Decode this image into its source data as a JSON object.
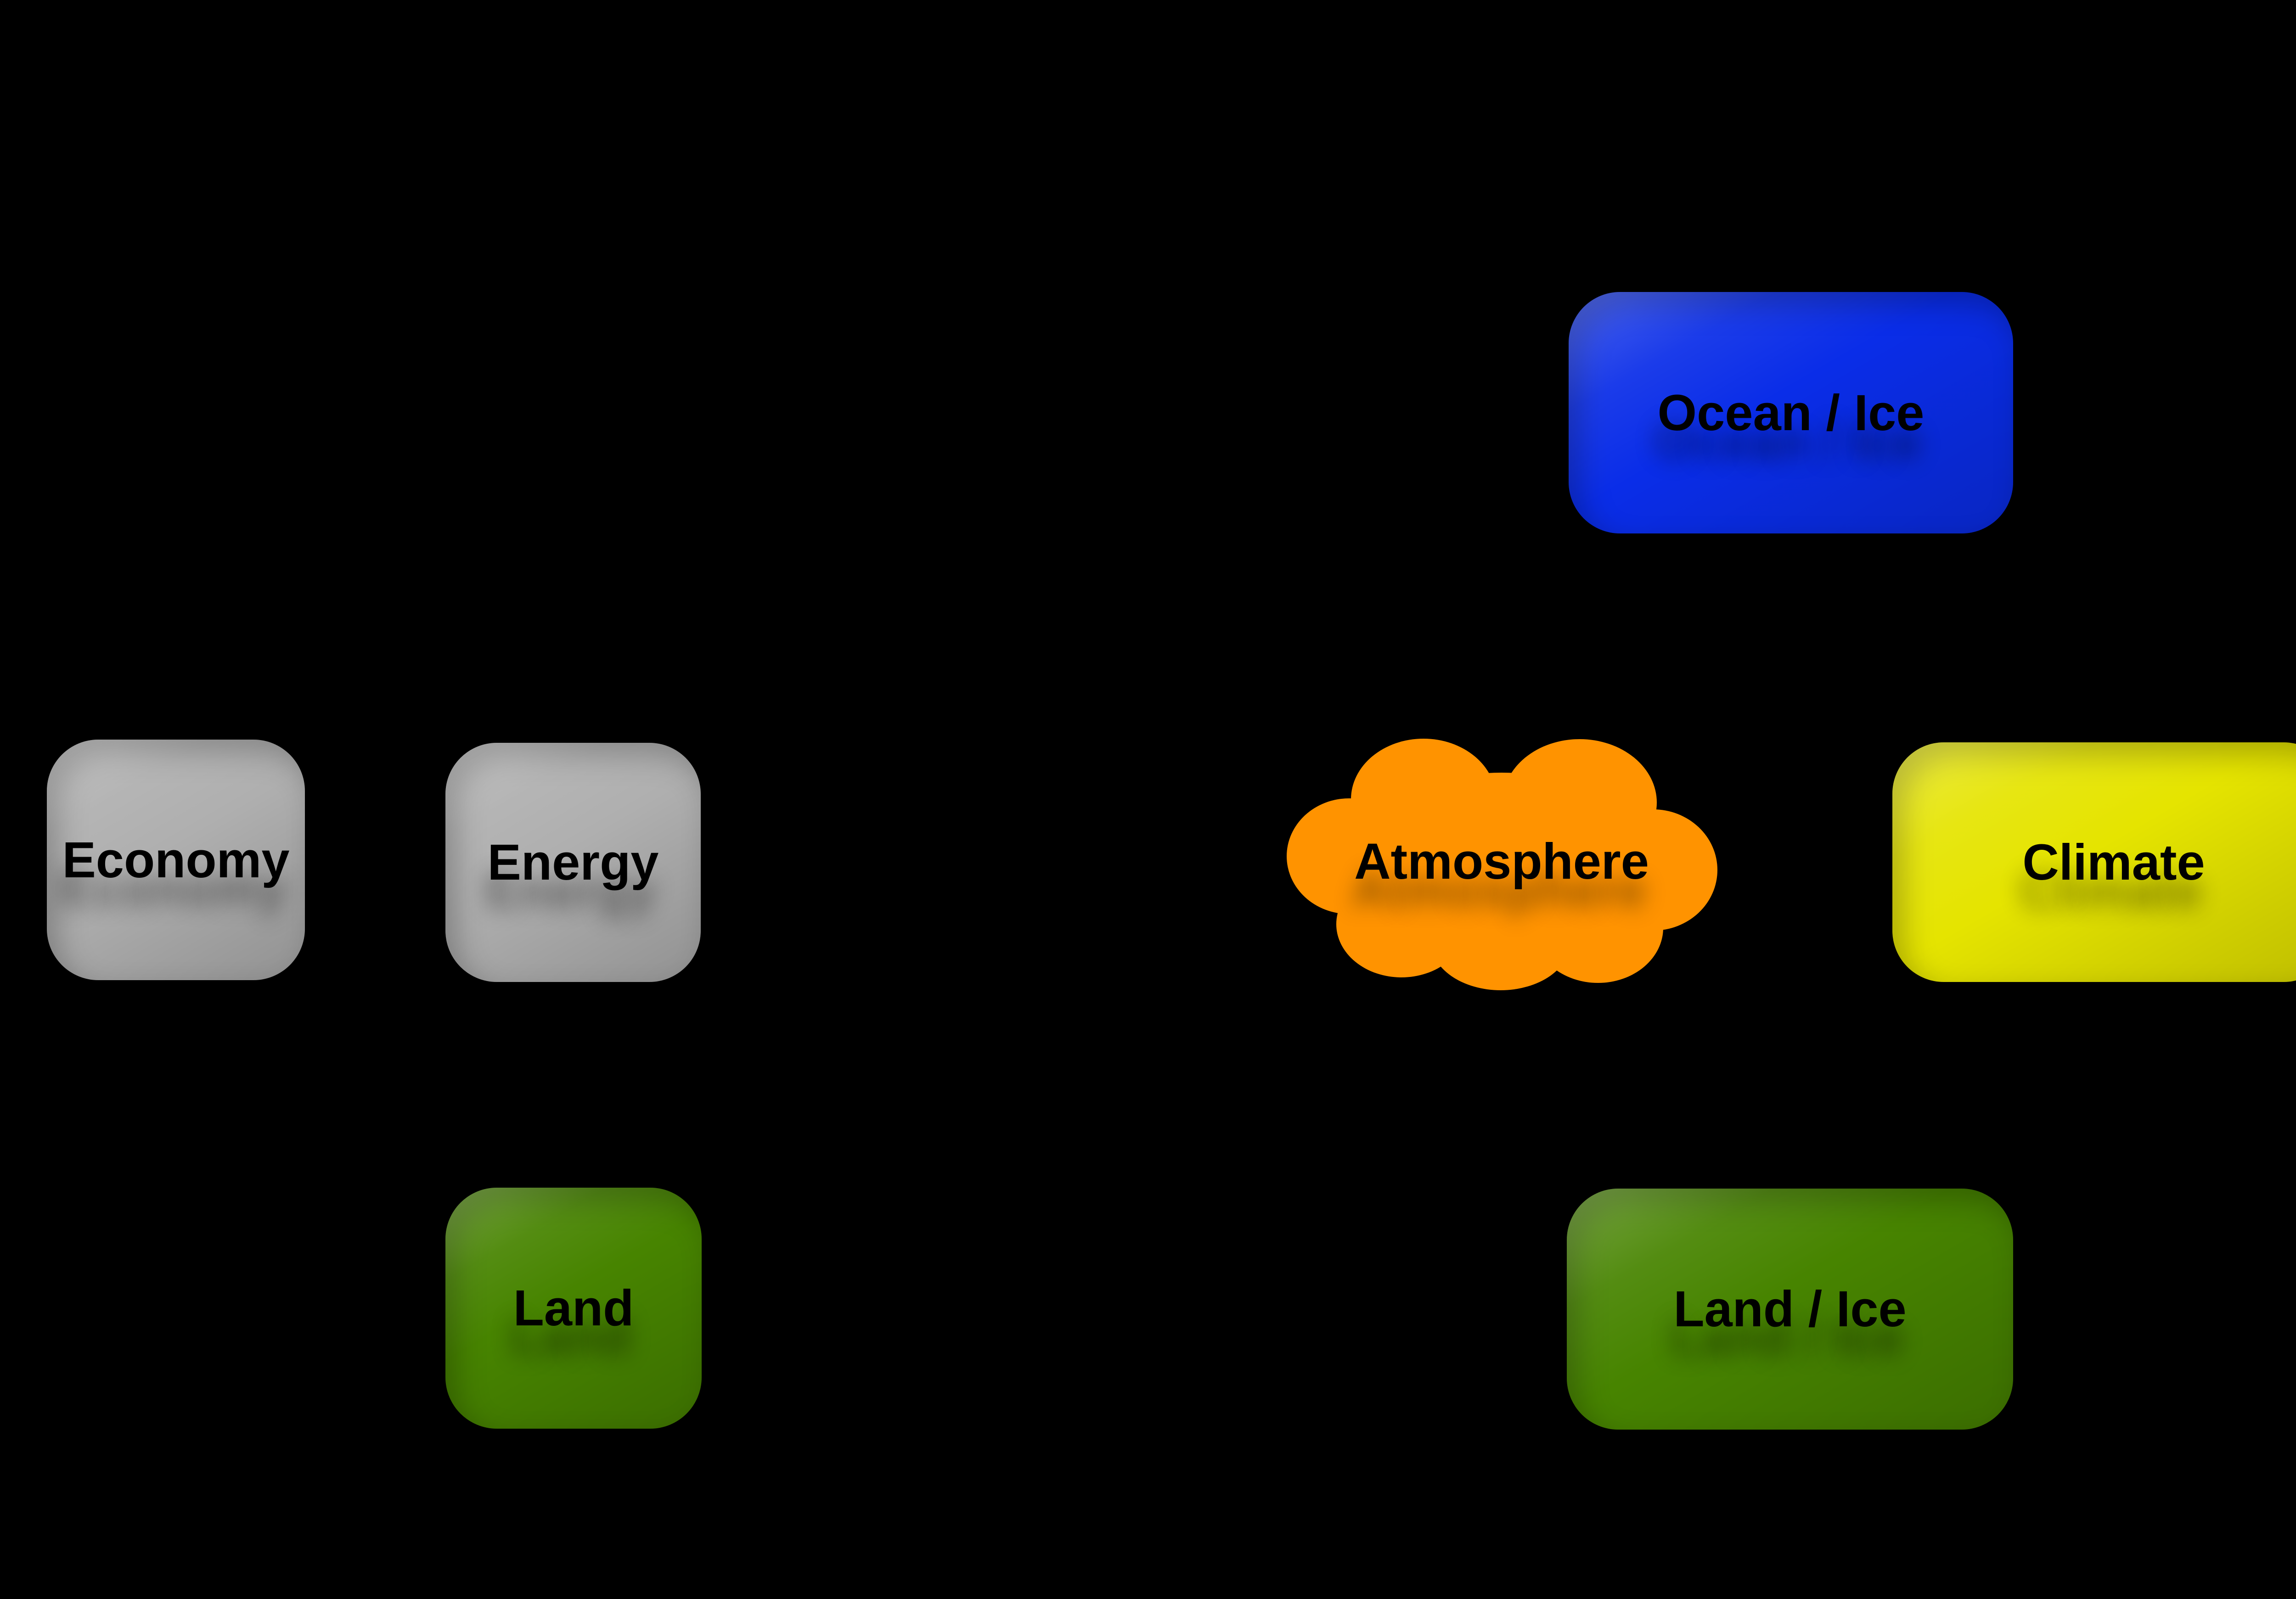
{
  "diagram": {
    "background_color": "#000000",
    "label_color": "#000000",
    "nodes": {
      "ocean_ice": {
        "label": "Ocean / Ice",
        "color": "#0a2de8",
        "shape": "rounded-rectangle"
      },
      "economy": {
        "label": "Economy",
        "color": "#afafaf",
        "shape": "rounded-rectangle"
      },
      "energy": {
        "label": "Energy",
        "color": "#afafaf",
        "shape": "rounded-rectangle"
      },
      "atmosphere": {
        "label": "Atmosphere",
        "color": "#ff9300",
        "shape": "cloud"
      },
      "climate": {
        "label": "Climate",
        "color": "#e5e400",
        "shape": "rounded-rectangle"
      },
      "land": {
        "label": "Land",
        "color": "#478400",
        "shape": "rounded-rectangle"
      },
      "land_ice": {
        "label": "Land / Ice",
        "color": "#478400",
        "shape": "rounded-rectangle"
      }
    }
  }
}
